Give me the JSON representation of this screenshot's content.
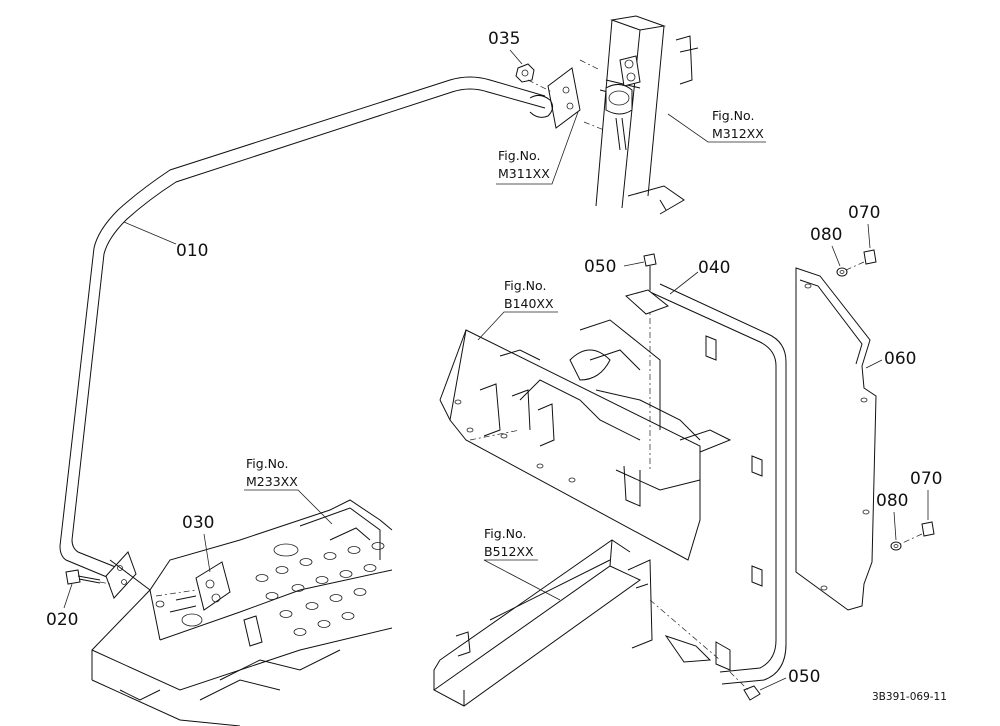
{
  "parts": {
    "p010": "010",
    "p020": "020",
    "p030": "030",
    "p035": "035",
    "p040": "040",
    "p050_top": "050",
    "p050_bottom": "050",
    "p060": "060",
    "p070_top": "070",
    "p070_bottom": "070",
    "p080_top": "080",
    "p080_bottom": "080"
  },
  "figure_refs": {
    "m312": {
      "prefix": "Fig.No.",
      "code": "M312XX"
    },
    "m311": {
      "prefix": "Fig.No.",
      "code": "M311XX"
    },
    "b140": {
      "prefix": "Fig.No.",
      "code": "B140XX"
    },
    "m233": {
      "prefix": "Fig.No.",
      "code": "M233XX"
    },
    "b512": {
      "prefix": "Fig.No.",
      "code": "B512XX"
    }
  },
  "drawing_code": "3B391-069-11",
  "colors": {
    "line": "#111111",
    "background": "#ffffff"
  }
}
